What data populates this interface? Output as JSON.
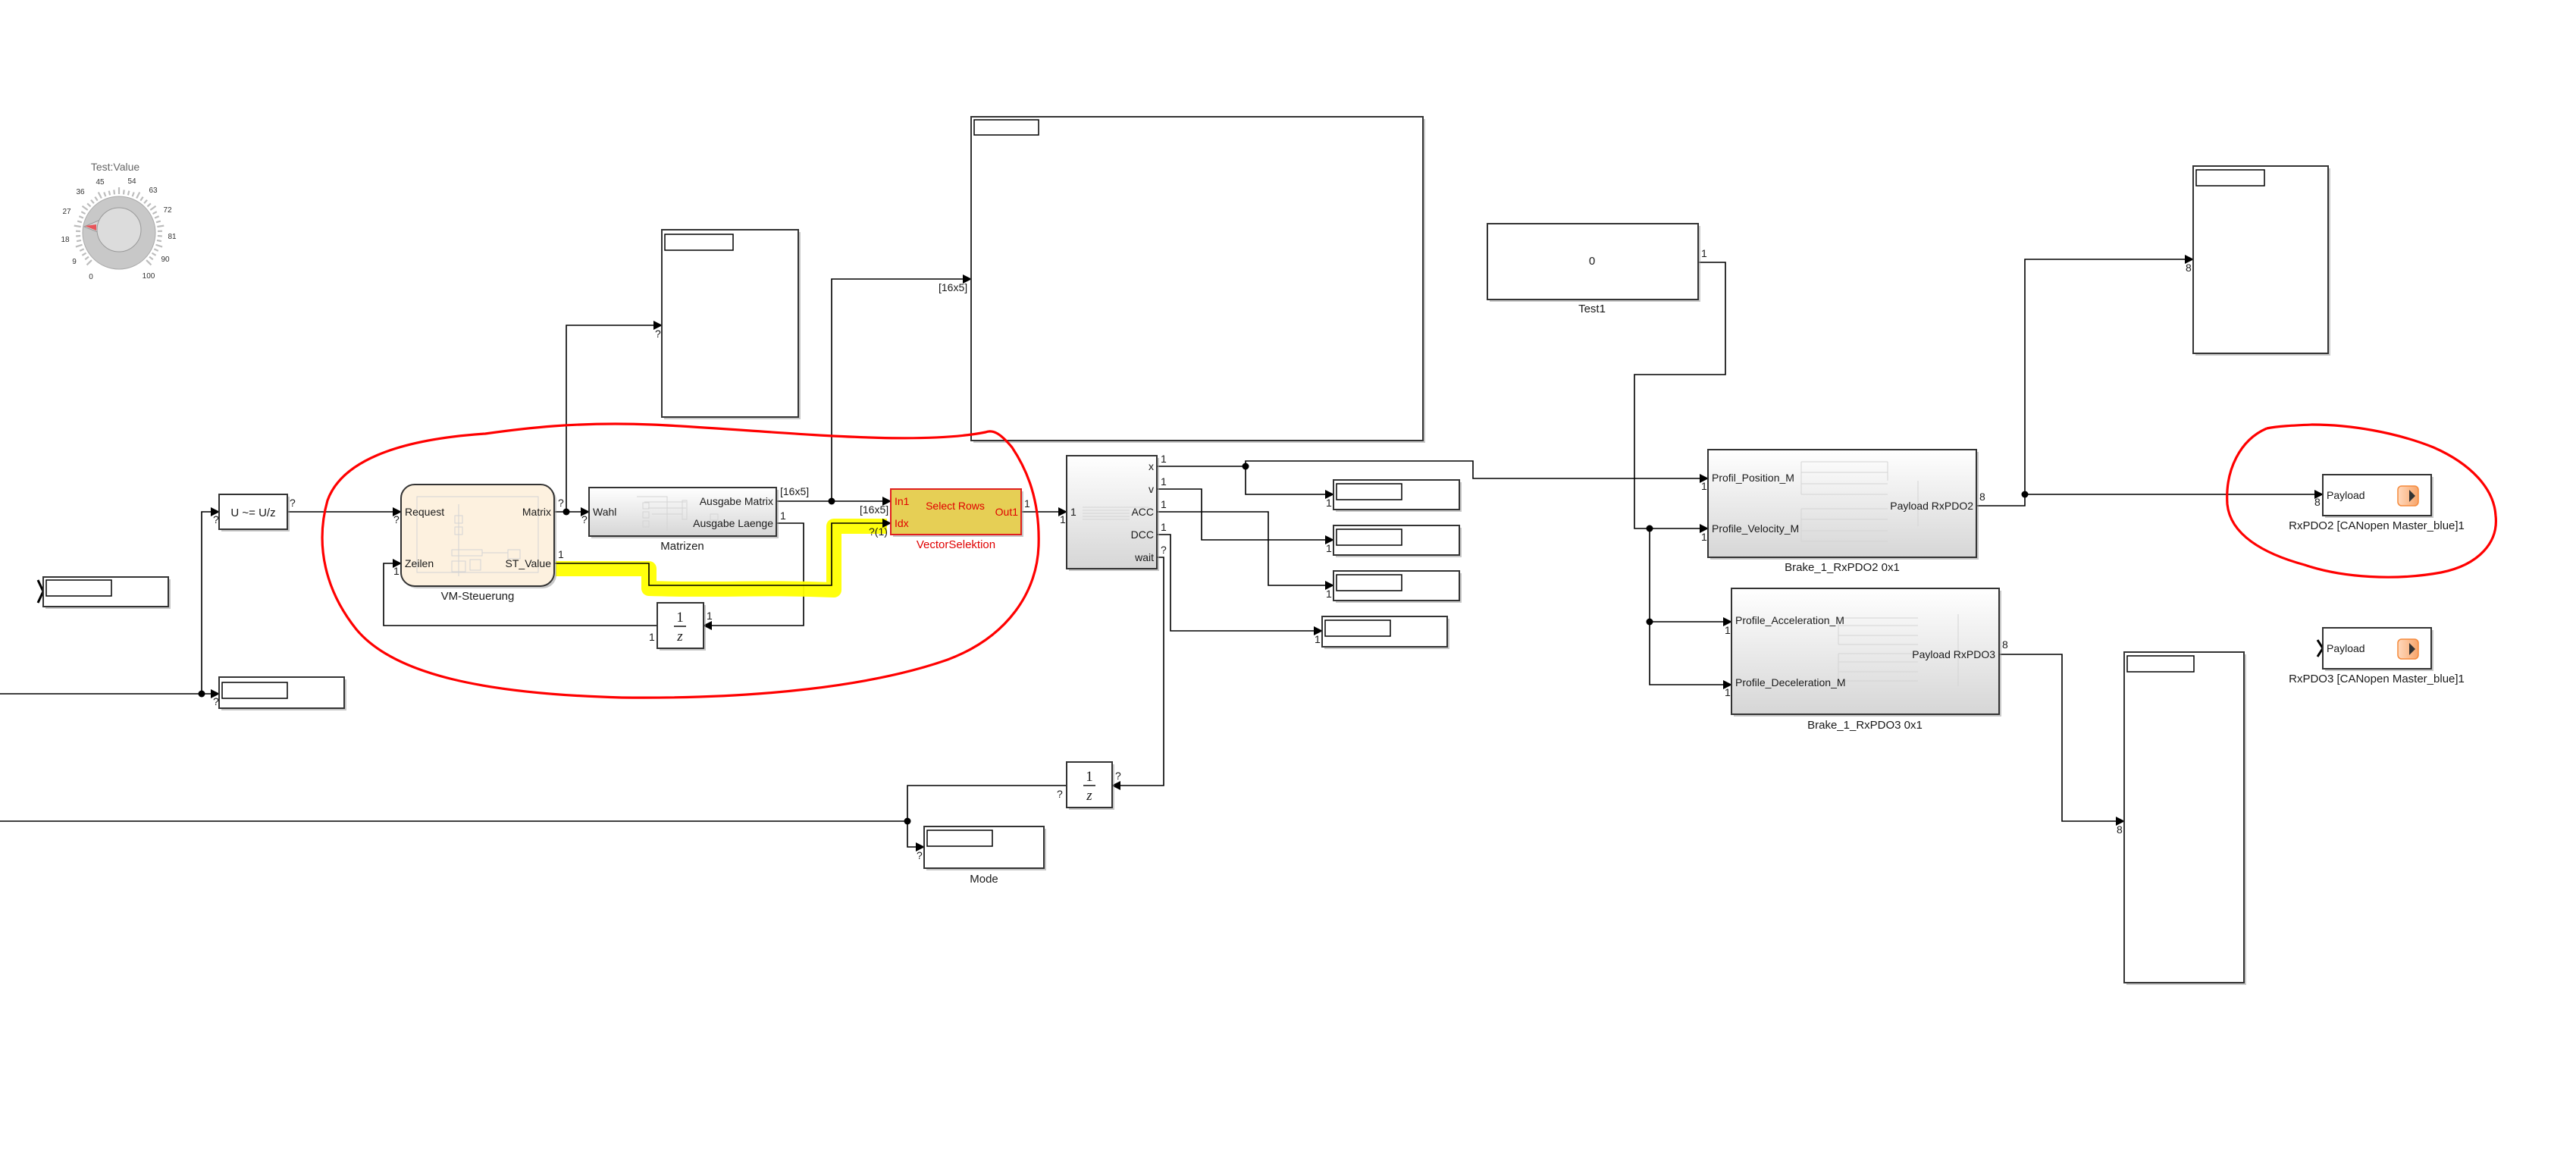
{
  "knob": {
    "title": "Test:Value",
    "ticks": [
      "0",
      "9",
      "18",
      "27",
      "36",
      "45",
      "54",
      "63",
      "72",
      "81",
      "90",
      "100"
    ],
    "value": 20,
    "min": 0,
    "max": 100,
    "pointer_color": "#e8555a"
  },
  "blocks": {
    "compare": {
      "text": "U ~= U/z"
    },
    "vm": {
      "name": "VM-Steuerung",
      "in1": "Request",
      "in2": "Zeilen",
      "out1": "Matrix",
      "out2": "ST_Value"
    },
    "matrizen": {
      "name": "Matrizen",
      "in1": "Wahl",
      "out1": "Ausgabe Matrix",
      "out2": "Ausgabe Laenge"
    },
    "vecsel": {
      "name": "VectorSelektion",
      "in1": "In1",
      "in2": "Idx",
      "out1": "Out1",
      "title": "Select Rows",
      "color": "#e6cf55"
    },
    "delay1": {
      "num": "1",
      "den": "z"
    },
    "delay2": {
      "num": "1",
      "den": "z"
    },
    "demux": {
      "in1": "1",
      "outs": [
        "x",
        "v",
        "ACC",
        "DCC",
        "wait"
      ]
    },
    "test1": {
      "name": "Test1",
      "value": "0"
    },
    "mode": {
      "name": "Mode"
    },
    "rxpdo2": {
      "name": "Brake_1_RxPDO2 0x1",
      "in1": "Profil_Position_M",
      "in2": "Profile_Velocity_M",
      "out1": "Payload RxPDO2"
    },
    "rxpdo3": {
      "name": "Brake_1_RxPDO3 0x1",
      "in1": "Profile_Acceleration_M",
      "in2": "Profile_Deceleration_M",
      "out1": "Payload RxPDO3"
    },
    "can2": {
      "name": "RxPDO2 [CANopen Master_blue]1",
      "in1": "Payload"
    },
    "can3": {
      "name": "RxPDO3 [CANopen Master_blue]1",
      "in1": "Payload"
    }
  },
  "signals": {
    "q": "?",
    "one": "1",
    "eight": "8",
    "dim16x5": "[16x5]",
    "idx": "?(1)"
  },
  "colors": {
    "annotation": "#ff0000",
    "highlight": "#ffff00",
    "can_icon": "#f7a56b"
  }
}
